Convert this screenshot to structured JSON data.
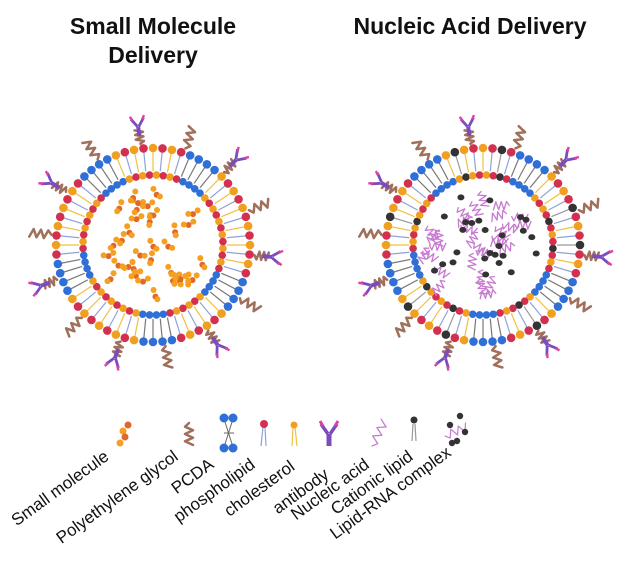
{
  "titles": {
    "left": "Small Molecule Delivery",
    "right": "Nucleic Acid Delivery"
  },
  "legend": [
    {
      "label": "Small molecule",
      "icon": "small-molecule-icon"
    },
    {
      "label": "Polyethylene glycol",
      "icon": "peg-icon"
    },
    {
      "label": "PCDA",
      "icon": "pcda-icon"
    },
    {
      "label": "phospholipid",
      "icon": "phospholipid-icon"
    },
    {
      "label": "cholesterol",
      "icon": "cholesterol-icon"
    },
    {
      "label": "antibody",
      "icon": "antibody-icon"
    },
    {
      "label": "Nucleic acid",
      "icon": "nucleic-acid-icon"
    },
    {
      "label": "Cationic lipid",
      "icon": "cationic-lipid-icon"
    },
    {
      "label": "Lipid-RNA complex",
      "icon": "lipid-rna-complex-icon"
    }
  ],
  "colors": {
    "pcda": "#2f6fd6",
    "phospholipid": "#d33050",
    "cholesterol": "#f0a020",
    "small_molecule_a": "#e0682a",
    "small_molecule_b": "#f5a020",
    "peg": "#a0705a",
    "antibody": "#7a4cc0",
    "antibody_tip": "#e040a0",
    "nucleic_acid": "#c77ad0",
    "cationic": "#333333"
  }
}
